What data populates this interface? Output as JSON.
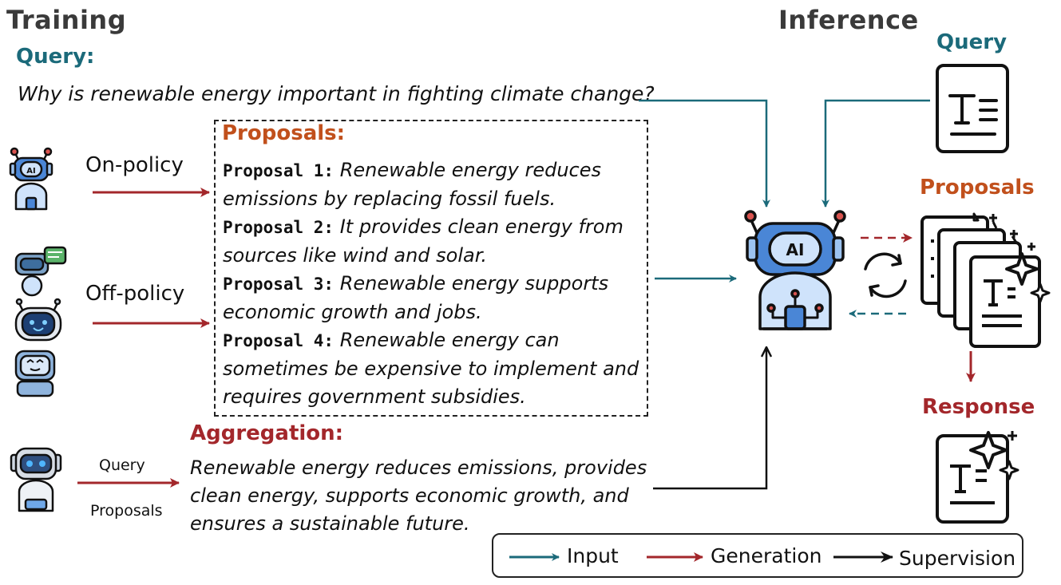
{
  "training_title": "Training",
  "inference_title": "Inference",
  "query_heading": "Query:",
  "query_text": "Why is renewable energy important in fighting climate change?",
  "on_policy_label": "On-policy",
  "off_policy_label": "Off-policy",
  "proposals_heading": "Proposals:",
  "proposals": [
    {
      "label": "Proposal 1:",
      "line1": "Renewable energy reduces",
      "line2": "emissions by replacing fossil fuels."
    },
    {
      "label": "Proposal 2:",
      "line1": "It provides clean energy from",
      "line2": "sources like wind and solar."
    },
    {
      "label": "Proposal 3:",
      "line1": "Renewable energy supports",
      "line2": "economic growth and jobs."
    },
    {
      "label": "Proposal 4:",
      "line1": "Renewable energy can",
      "line2": "sometimes be expensive to implement and",
      "line3": "requires government subsidies."
    }
  ],
  "aggregation_heading": "Aggregation:",
  "aggregation_lines": [
    "Renewable energy reduces emissions, provides",
    "clean energy, supports economic growth, and",
    "ensures a sustainable future."
  ],
  "agg_input_query": "Query",
  "agg_input_proposals": "Proposals",
  "inference_query_label": "Query",
  "inference_proposals_label": "Proposals",
  "inference_response_label": "Response",
  "robot_badge_text": "AI",
  "legend": {
    "input": "Input",
    "generation": "Generation",
    "supervision": "Supervision"
  },
  "colors": {
    "teal": "#1b6a7a",
    "red": "#a3272b",
    "orange": "#c1501c",
    "black": "#111111"
  }
}
